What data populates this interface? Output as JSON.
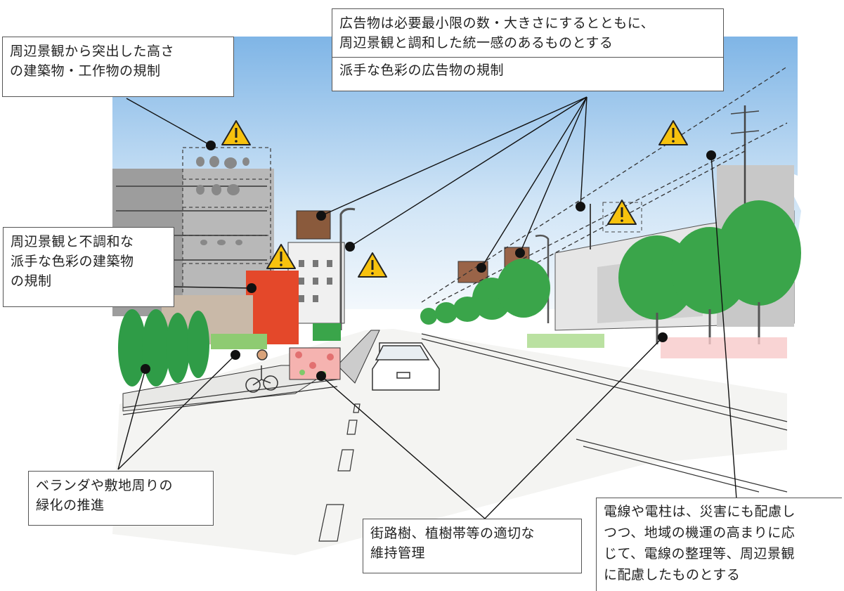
{
  "callouts": {
    "height_regulation": {
      "lines": [
        "周辺景観から突出した高さ",
        "の建築物・工作物の規制"
      ]
    },
    "ads_size": {
      "lines": [
        "広告物は必要最小限の数・大きさにするとともに、",
        "周辺景観と調和した統一感のあるものとする"
      ]
    },
    "ads_color": {
      "lines": [
        "派手な色彩の広告物の規制"
      ]
    },
    "building_color": {
      "lines": [
        "周辺景観と不調和な",
        "派手な色彩の建築物",
        "の規制"
      ]
    },
    "greening": {
      "lines": [
        "ベランダや敷地周りの",
        "緑化の推進"
      ]
    },
    "street_trees": {
      "lines": [
        "街路樹、植樹帯等の適切な",
        "維持管理"
      ]
    },
    "power_lines": {
      "lines": [
        "電線や電柱は、災害にも配慮し",
        "つつ、地域の機運の高まりに応",
        "じて、電線の整理等、周辺景観",
        "に配慮したものとする"
      ]
    }
  },
  "icons": {
    "warning": "warning-triangle-icon",
    "marker": "callout-dot"
  },
  "colors": {
    "warning_fill": "#f7c20e",
    "sky": "#9cc6ec",
    "tree": "#3aa54a",
    "red_building": "#e4482a",
    "billboard": "#8a5a3c"
  }
}
